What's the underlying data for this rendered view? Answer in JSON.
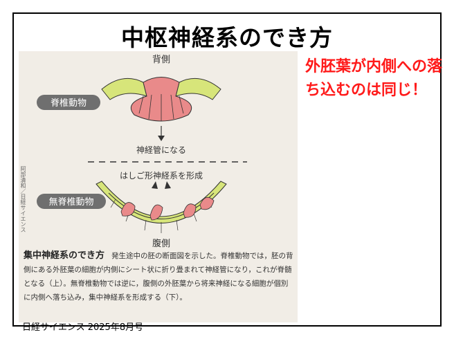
{
  "slide": {
    "title": "中枢神経系のでき方",
    "note": "外胚葉が内側への落ち込むのは同じ！",
    "source": "日経サイエンス 2025年8月号"
  },
  "figure": {
    "label_top": "背側",
    "label_vertebrate": "脊椎動物",
    "label_neural_tube": "神経管になる",
    "label_ladder": "はしご形神経系を形成",
    "label_invertebrate": "無脊椎動物",
    "label_bottom": "腹側",
    "credit": "阿部清和／日経サイエンス",
    "caption_head": "集中神経系のでき方",
    "caption_body": "発生途中の胚の断面図を示した。脊椎動物では，胚の背側にある外胚葉の細胞が内側にシート状に折り畳まれて神経管になり，これが脊髄となる（上）。無脊椎動物では逆に，腹側の外胚葉から将来神経になる細胞が個別に内側へ落ち込み，集中神経系を形成する（下）。"
  },
  "colors": {
    "accent_red": "#ff1a1a",
    "ectoderm_green": "#d7e57a",
    "neural_pink": "#e98a8a"
  }
}
